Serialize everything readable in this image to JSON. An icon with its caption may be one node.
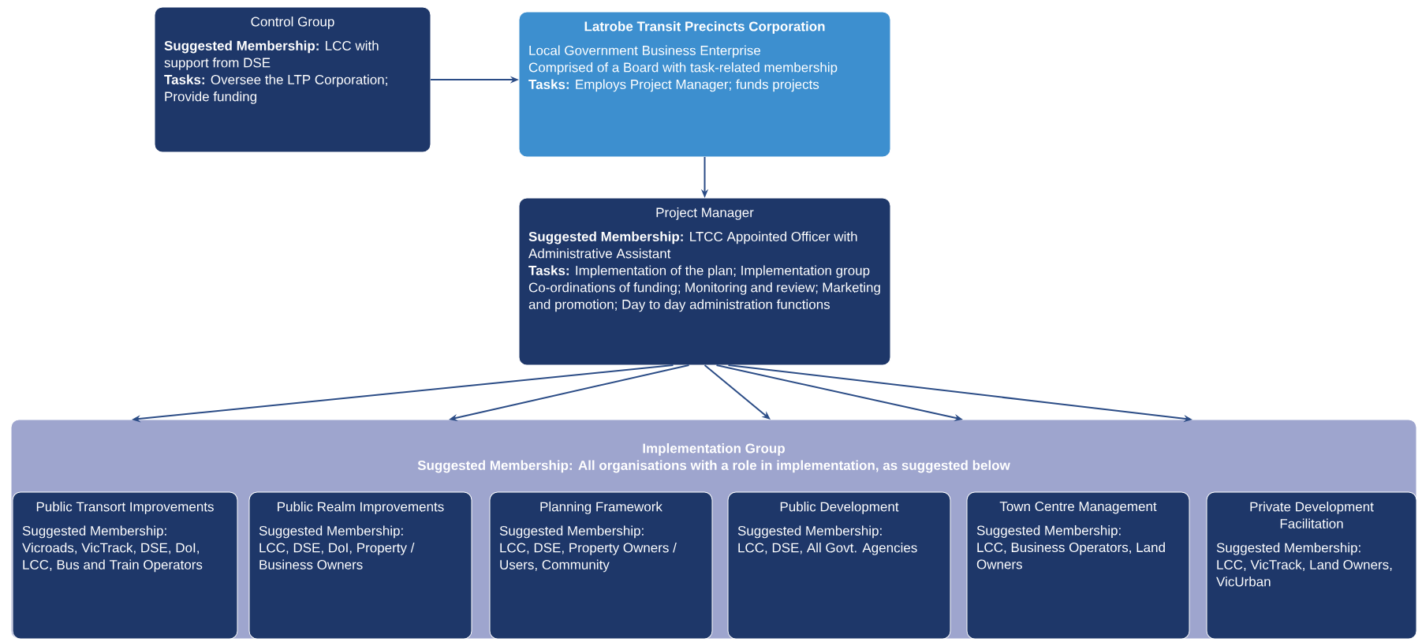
{
  "diagram": {
    "nodes": [
      {
        "text": [
          "Control Group",
          "**Suggested Membership:** LCC with support from DSE",
          "**Tasks:** Oversee the LTP Corporation; Provide funding"
        ]
      },
      {
        "text": [
          "Latrobe Transit Precincts Corporation",
          "Local Government Business Enterprise",
          "Comprised of a Board with task-related membership",
          "**Tasks:** Employs Project Manager; funds projects"
        ]
      },
      {
        "text": [
          "Project Manager",
          "**Suggested Membership:** LTCC Appointed Officer with Administrative Assistant",
          "**Tasks:** Implementation of the plan; Implementation group Co-ordinations of funding; Monitoring and review; Marketing and promotion; Day to day administration functions"
        ]
      },
      {
        "text": [
          "Implementation Group",
          "Suggested Membership: All organisations with a role in implementation, as suggested below"
        ]
      },
      {
        "text": [
          "Public Transort Improvements",
          "Suggested Membership:",
          "Vicroads, VicTrack, DSE, DoI, LCC, Bus and Train Operators"
        ],
        "in": 3
      },
      {
        "text": [
          "Public Realm Improvements",
          "Suggested Membership:",
          "LCC, DSE, DoI, Property / Business Owners"
        ],
        "in": 3
      },
      {
        "text": [
          "Planning Framework",
          "Suggested Membership:",
          "LCC, DSE, Property Owners / Users, Community"
        ],
        "in": 3
      },
      {
        "text": [
          "Public Development",
          "Suggested Membership:",
          "LCC, DSE, All Govt. Agencies"
        ],
        "in": 3
      },
      {
        "text": [
          "Town Centre Management",
          "Suggested Membership:",
          "LCC, Business Operators, Land Owners"
        ],
        "in": 3
      },
      {
        "text": [
          "Private Development Facilitation",
          "Suggested Membership:",
          "LCC, VicTrack, Land Owners, VicUrban"
        ],
        "in": 3
      }
    ],
    "edges": [
      {
        "from": 0,
        "to": 1,
        "arrow": "to"
      },
      {
        "from": 1,
        "to": 2,
        "arrow": "to"
      },
      {
        "from": 2,
        "to": 3,
        "arrow": "to"
      },
      {
        "from": 2,
        "to": 3,
        "arrow": "to"
      },
      {
        "from": 2,
        "to": 3,
        "arrow": "to"
      },
      {
        "from": 2,
        "to": 3,
        "arrow": "to"
      },
      {
        "from": 2,
        "to": 3,
        "arrow": "to"
      }
    ]
  }
}
